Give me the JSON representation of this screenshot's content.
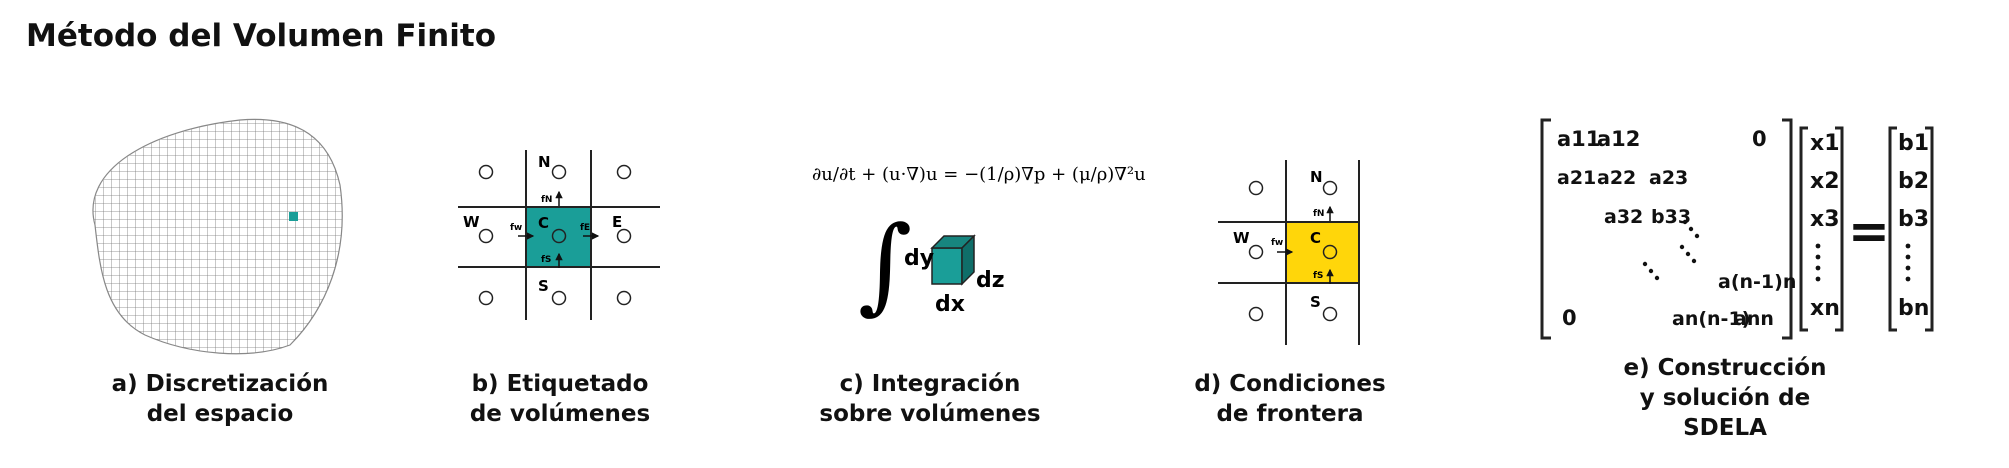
{
  "title": "Método del Volumen Finito",
  "colors": {
    "teal": "#1a9e98",
    "yellow": "#ffd60a",
    "line": "#222222"
  },
  "captions": {
    "a": [
      "a) Discretización",
      "del espacio"
    ],
    "b": [
      "b) Etiquetado",
      "de volúmenes"
    ],
    "c": [
      "c) Integración",
      "sobre volúmenes"
    ],
    "d": [
      "d) Condiciones",
      "de frontera"
    ],
    "e": [
      "e) Construcción",
      "y solución de",
      "SDELA"
    ]
  },
  "panel_b": {
    "N": "N",
    "S": "S",
    "E": "E",
    "W": "W",
    "C": "C",
    "fN": "fN",
    "fS": "fS",
    "fw": "fw",
    "fE": "fE"
  },
  "panel_c": {
    "equation": "∂u/∂t + (u·∇)u = −(1/ρ)∇p + (μ/ρ)∇²u",
    "integral": "∫",
    "dx": "dx",
    "dy": "dy",
    "dz": "dz"
  },
  "panel_d": {
    "N": "N",
    "S": "S",
    "W": "W",
    "C": "C",
    "fN": "fN",
    "fS": "fS",
    "fw": "fw"
  },
  "panel_e": {
    "a11": "a11",
    "a12": "a12",
    "zero_top": "0",
    "a21": "a21",
    "a22": "a22",
    "a23": "a23",
    "a32": "a32",
    "b33": "b33",
    "an1n": "a(n-1)n",
    "ann1": "an(n-1)",
    "ann": "ann",
    "zero_bottom": "0",
    "x": [
      "x1",
      "x2",
      "x3",
      "xn"
    ],
    "b": [
      "b1",
      "b2",
      "b3",
      "bn"
    ],
    "equals": "="
  }
}
